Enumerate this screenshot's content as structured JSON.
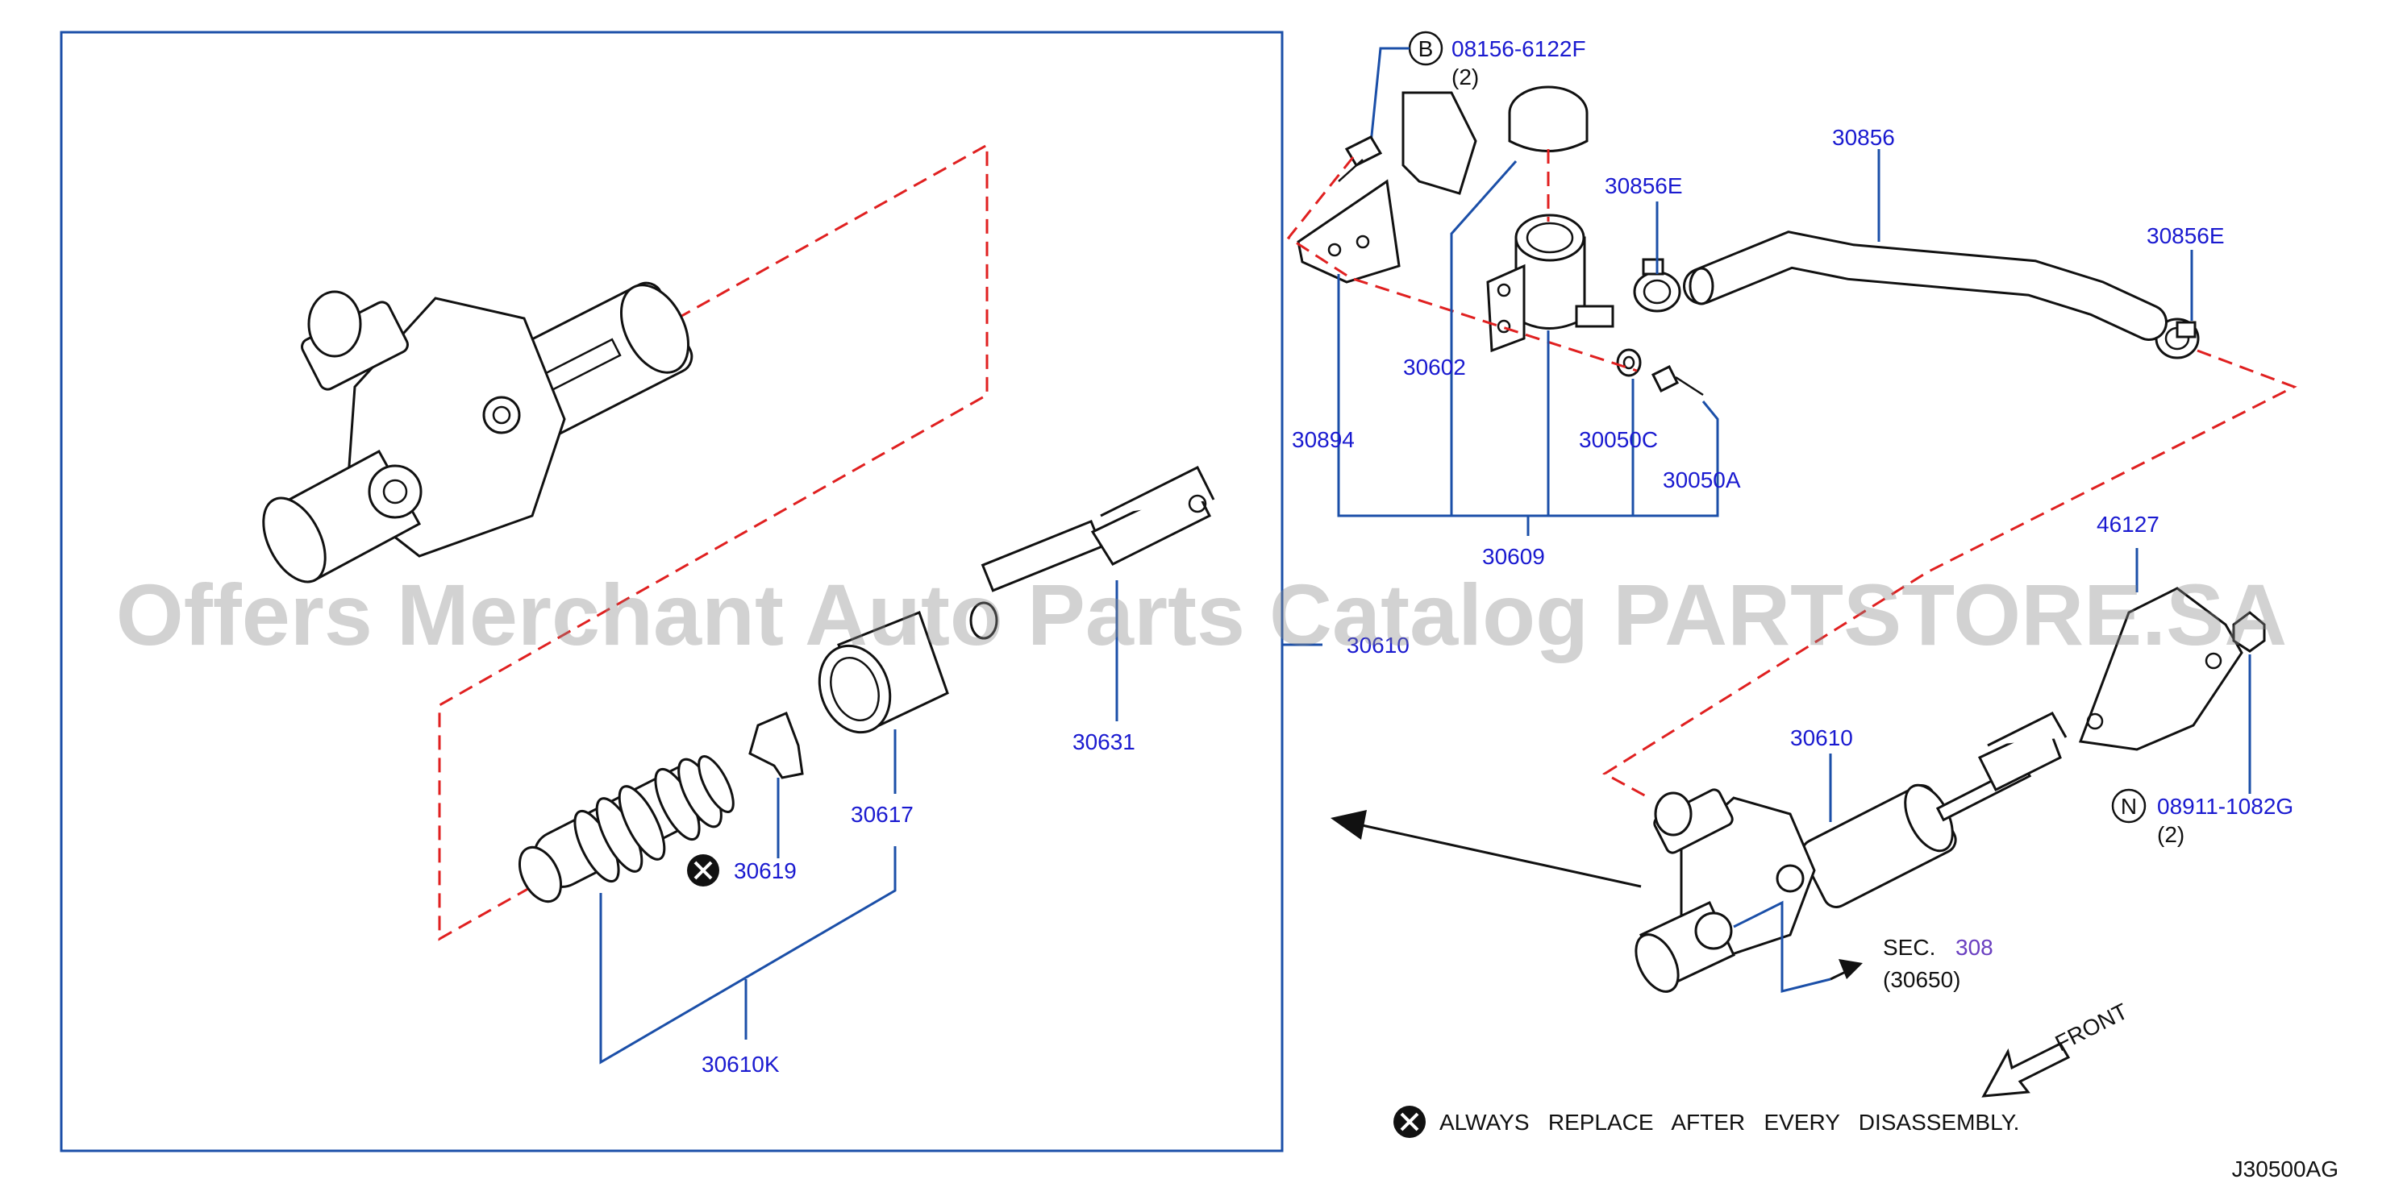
{
  "diagram": {
    "id_code": "J30500AG",
    "watermark": "Offers Merchant Auto Parts Catalog PARTSTORE.SA",
    "note": {
      "icon": "x-circle-icon",
      "text": "ALWAYS   REPLACE   AFTER   EVERY   DISASSEMBLY."
    },
    "front_label": "FRONT",
    "section_ref": {
      "prefix": "SEC.",
      "number": "308",
      "sub": "(30650)"
    },
    "bolt_b": {
      "badge": "B",
      "part_no": "08156-6122F",
      "qty": "(2)"
    },
    "nut_n": {
      "badge": "N",
      "part_no": "08911-1082G",
      "qty": "(2)"
    },
    "labels": {
      "p30856": "30856",
      "p30856e_a": "30856E",
      "p30856e_b": "30856E",
      "p30602": "30602",
      "p30894": "30894",
      "p30050c": "30050C",
      "p30050a": "30050A",
      "p30609": "30609",
      "p46127": "46127",
      "p30610": "30610",
      "p30610_box": "30610",
      "p30631": "30631",
      "p30617": "30617",
      "p30619": "30619",
      "p30610k": "30610K"
    },
    "colors": {
      "label": "#1a1ad0",
      "leader": "#1b4fa8",
      "phantom": "#e02020",
      "section": "#6a3fc0"
    }
  }
}
